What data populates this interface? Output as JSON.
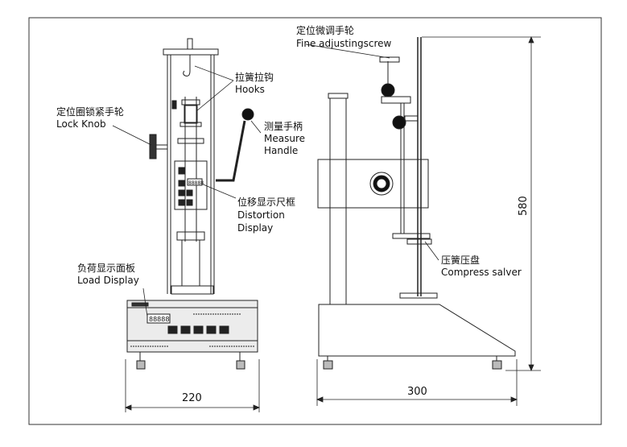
{
  "labels": {
    "hooks_cn": "拉簧拉钩",
    "hooks_en": "Hooks",
    "lock_knob_cn": "定位圈锁紧手轮",
    "lock_knob_en": "Lock Knob",
    "measure_handle_cn": "测量手柄",
    "measure_handle_en_1": "Measure",
    "measure_handle_en_2": "Handle",
    "distortion_cn": "位移显示尺框",
    "distortion_en_1": "Distortion",
    "distortion_en_2": "Display",
    "load_display_cn": "负荷显示面板",
    "load_display_en": "Load Display",
    "fine_adjust_cn": "定位微调手轮",
    "fine_adjust_en": "Fine adjustingscrew",
    "compress_cn": "压簧压盘",
    "compress_en": "Compress salver"
  },
  "dimensions": {
    "front_width": "220",
    "side_width": "300",
    "height": "580"
  },
  "panel": {
    "display_value": "88888",
    "buttons": [
      "",
      "",
      "",
      "",
      ""
    ],
    "title_text": "",
    "footer_left": "",
    "footer_right": ""
  },
  "colors": {
    "line": "#222222",
    "panel_fill": "#ececec",
    "dark": "#111111"
  }
}
